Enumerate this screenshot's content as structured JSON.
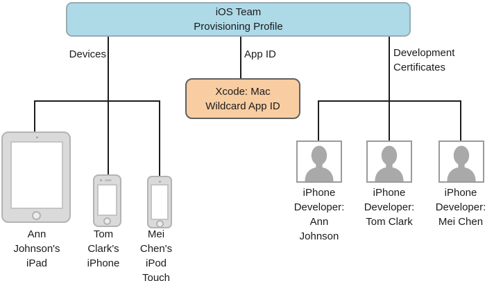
{
  "colors": {
    "root_fill": "#aedae8",
    "root_border": "#97abb1",
    "appid_fill": "#f8cda2",
    "appid_border": "#5f5f5f",
    "line": "#1c1c1c",
    "silhouette": "#a9a9a9"
  },
  "root_box": {
    "label": "iOS Team\nProvisioning Profile"
  },
  "branches": {
    "devices_label": "Devices",
    "app_id_label": "App ID",
    "dev_certs_label": "Development\nCertificates"
  },
  "app_id_box": {
    "label": "Xcode: Mac\nWildcard App ID"
  },
  "devices": [
    {
      "icon": "ipad-icon",
      "label": "Ann\nJohnson's\niPad"
    },
    {
      "icon": "iphone-icon",
      "label": "Tom\nClark's\niPhone"
    },
    {
      "icon": "ipod-touch-icon",
      "label": "Mei\nChen's\niPod\nTouch"
    }
  ],
  "certificates": [
    {
      "icon": "person-silhouette-icon",
      "label": "iPhone\nDeveloper:\nAnn\nJohnson"
    },
    {
      "icon": "person-silhouette-icon",
      "label": "iPhone\nDeveloper:\nTom Clark"
    },
    {
      "icon": "person-silhouette-icon",
      "label": "iPhone\nDeveloper:\nMei Chen"
    }
  ]
}
